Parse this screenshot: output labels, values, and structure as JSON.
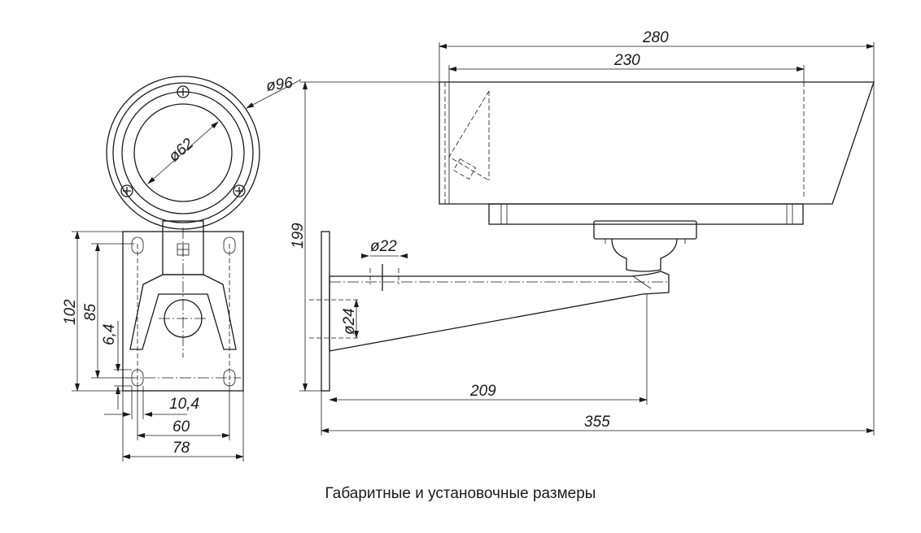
{
  "caption": "Габаритные и установочные размеры",
  "dimensions": {
    "d96": "ø96",
    "d62": "ø62",
    "h102": "102",
    "h85": "85",
    "h64": "6,4",
    "w104": "10,4",
    "w60": "60",
    "w78": "78",
    "h199": "199",
    "d22": "ø22",
    "d24": "ø24",
    "w209": "209",
    "w355": "355",
    "w280": "280",
    "w230": "230"
  },
  "colors": {
    "line": "#1a1a1a",
    "background": "#ffffff"
  }
}
